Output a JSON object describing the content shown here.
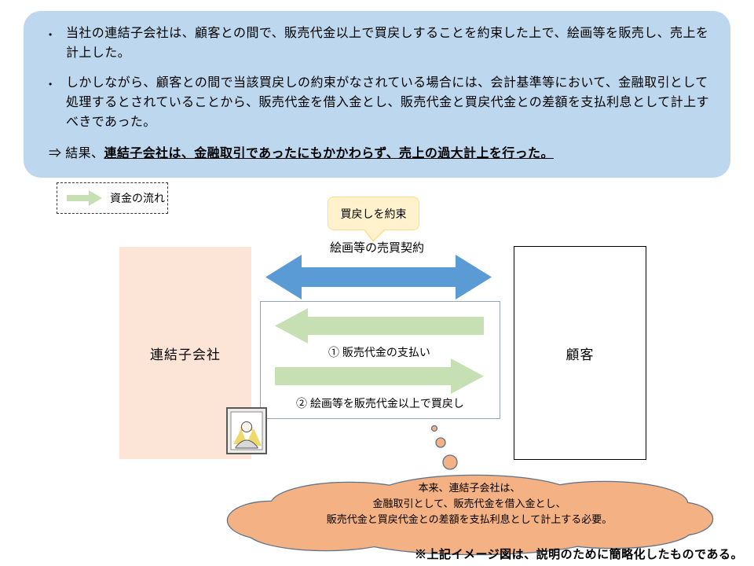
{
  "header": {
    "bullet_char": "•",
    "bullet1": "当社の連結子会社は、顧客との間で、販売代金以上で買戻しすることを約束した上で、絵画等を販売し、売上を計上した。",
    "bullet2": "しかしながら、顧客との間で当該買戻しの約束がなされている場合には、会計基準等において、金融取引として処理するとされていることから、販売代金を借入金とし、販売代金と買戻代金との差額を支払利息として計上すべきであった。",
    "conclusion_prefix": "⇒ 結果、",
    "conclusion_emphasis": "連結子会社は、金融取引であったにもかかわらず、売上の過大計上を行った。"
  },
  "legend": {
    "label": "資金の流れ"
  },
  "diagram": {
    "repurchase_callout": "買戻しを約束",
    "contract_label": "絵画等の売買契約",
    "subsidiary_label": "連結子会社",
    "customer_label": "顧客",
    "flow1_label": "① 販売代金の支払い",
    "flow2_label": "② 絵画等を販売代金以上で買戻し",
    "cloud_line1": "本来、連結子会社は、",
    "cloud_line2": "金融取引として、販売代金を借入金とし、",
    "cloud_line3": "販売代金と買戻代金との差額を支払利息として計上する必要。"
  },
  "footnote": "※上記イメージ図は、説明のために簡略化したものである。",
  "colors": {
    "header_bg": "#BDD7EE",
    "blue_arrow": "#5B9BD5",
    "green_arrow": "#C6E0B4",
    "subsidiary_bg": "#FCE4D6",
    "callout_bg": "#FFF2CC",
    "callout_border": "#FFDD8C",
    "cloud_fill": "#F4B183",
    "cloud_stroke": "#5E7289"
  }
}
